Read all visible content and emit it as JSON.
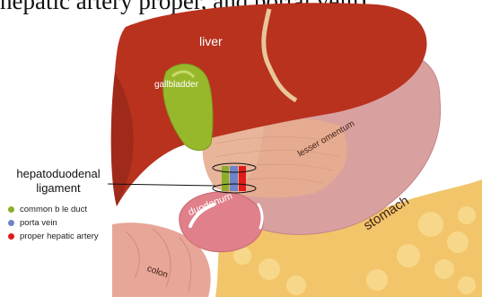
{
  "caption": "hepatic artery proper, and portal vein)",
  "organs": {
    "liver": "liver",
    "gallbladder": "gallbladder",
    "lesser_omentum": "lesser omentum",
    "duodenum": "duodenum",
    "stomach": "stomach",
    "colon": "colon"
  },
  "ligament": {
    "title_line1": "hepatoduodenal",
    "title_line2": "ligament"
  },
  "legend": [
    {
      "label": "common b le duct",
      "color": "#8aae2a",
      "icon": "green-dot"
    },
    {
      "label": "porta vein",
      "color": "#6f84c6",
      "icon": "blue-dot"
    },
    {
      "label": "proper hepatic artery",
      "color": "#e01b1b",
      "icon": "red-dot"
    }
  ],
  "colors": {
    "liver": "#b8321e",
    "liver_dark": "#8e2416",
    "gallbladder": "#98b82c",
    "stomach": "#d9a0a0",
    "duodenum": "#e0808a",
    "pancreas": "#f2c56a",
    "colon": "#e8a698",
    "omentum": "#e5ad8f"
  }
}
